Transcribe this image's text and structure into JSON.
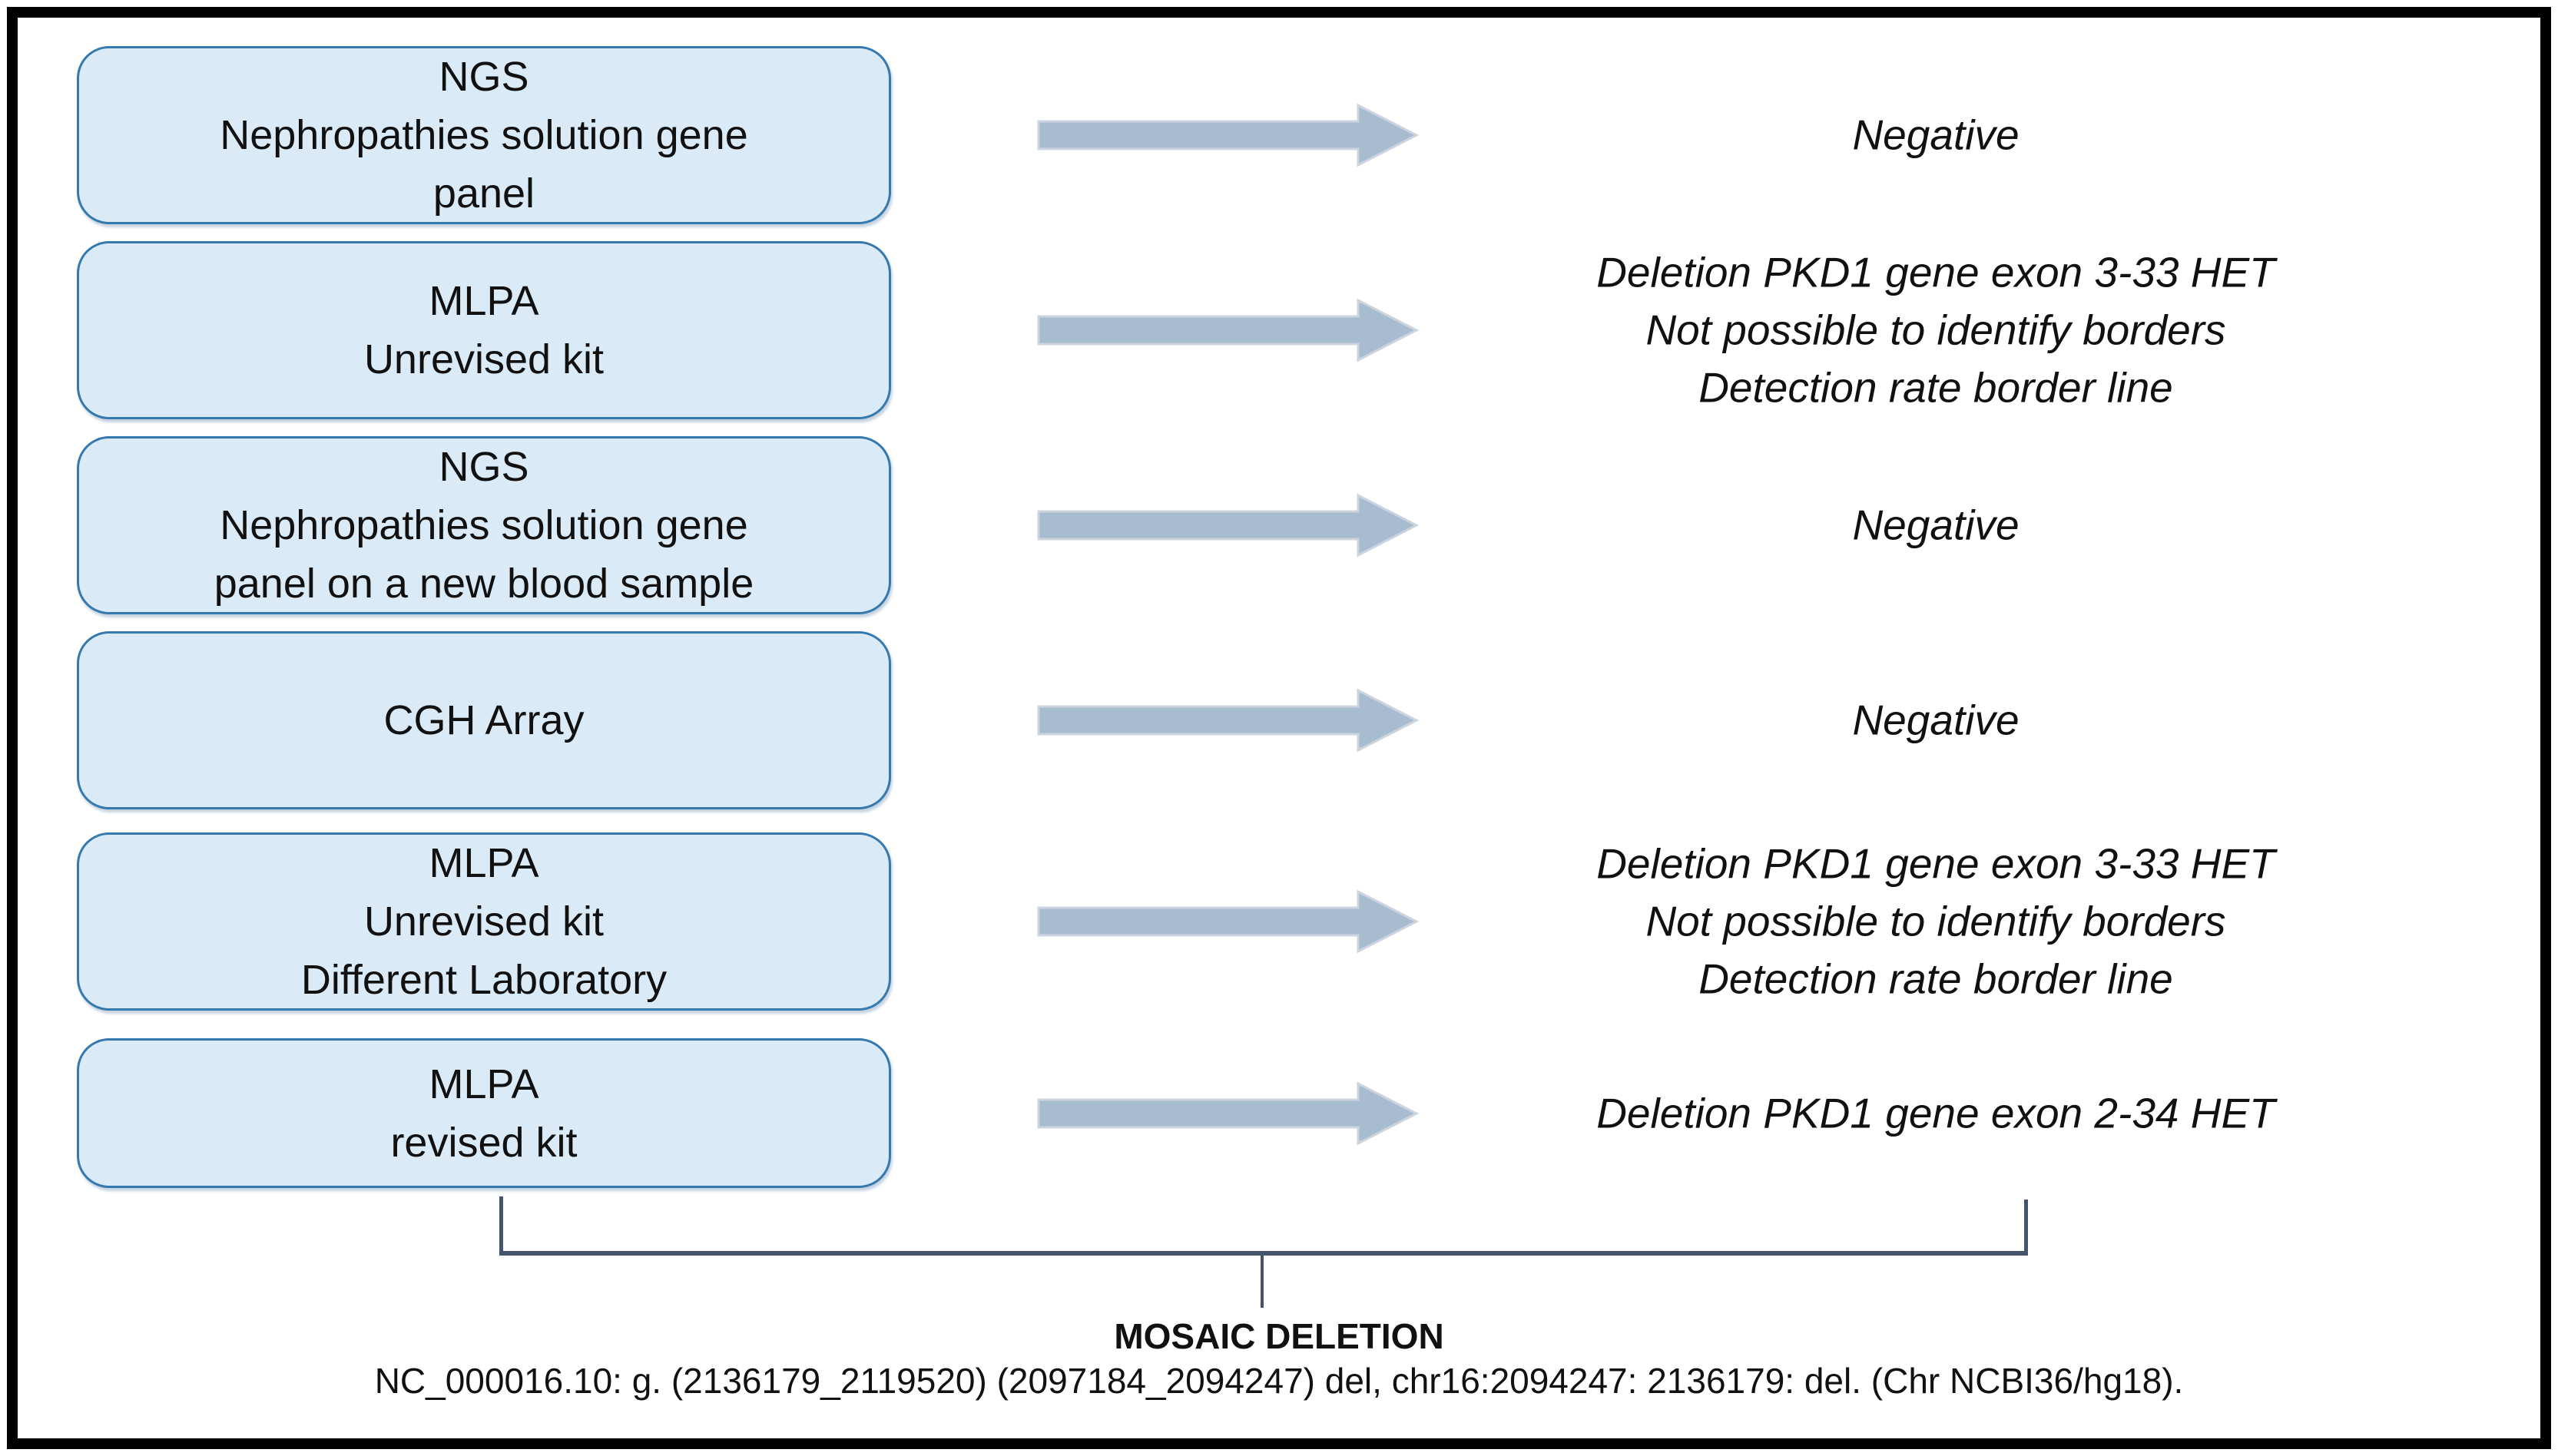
{
  "rows": [
    {
      "box": [
        "NGS",
        "Nephropathies solution gene",
        "panel"
      ],
      "result": [
        "Negative"
      ]
    },
    {
      "box": [
        "MLPA",
        "Unrevised kit"
      ],
      "result": [
        "Deletion PKD1 gene exon 3-33 HET",
        "Not possible to identify borders",
        "Detection rate border line"
      ]
    },
    {
      "box": [
        "NGS",
        "Nephropathies solution gene",
        "panel on a new blood sample"
      ],
      "result": [
        "Negative"
      ]
    },
    {
      "box": [
        "CGH Array"
      ],
      "result": [
        "Negative"
      ]
    },
    {
      "box": [
        "MLPA",
        "Unrevised kit",
        "Different Laboratory"
      ],
      "result": [
        "Deletion PKD1 gene exon 3-33 HET",
        "Not possible to identify borders",
        "Detection rate border line"
      ]
    },
    {
      "box": [
        "MLPA",
        "revised kit"
      ],
      "result": [
        "Deletion PKD1 gene exon 2-34 HET"
      ]
    }
  ],
  "conclusion": {
    "title": "MOSAIC DELETION",
    "detail": "NC_000016.10: g. (2136179_2119520) (2097184_2094247) del, chr16:2094247: 2136179: del. (Chr NCBI36/hg18)."
  },
  "colors": {
    "box_fill": "#daeaf7",
    "box_border": "#3579ad",
    "arrow_fill": "#a8bccf",
    "arrow_stroke": "#ccd5df",
    "bracket": "#44546a"
  }
}
